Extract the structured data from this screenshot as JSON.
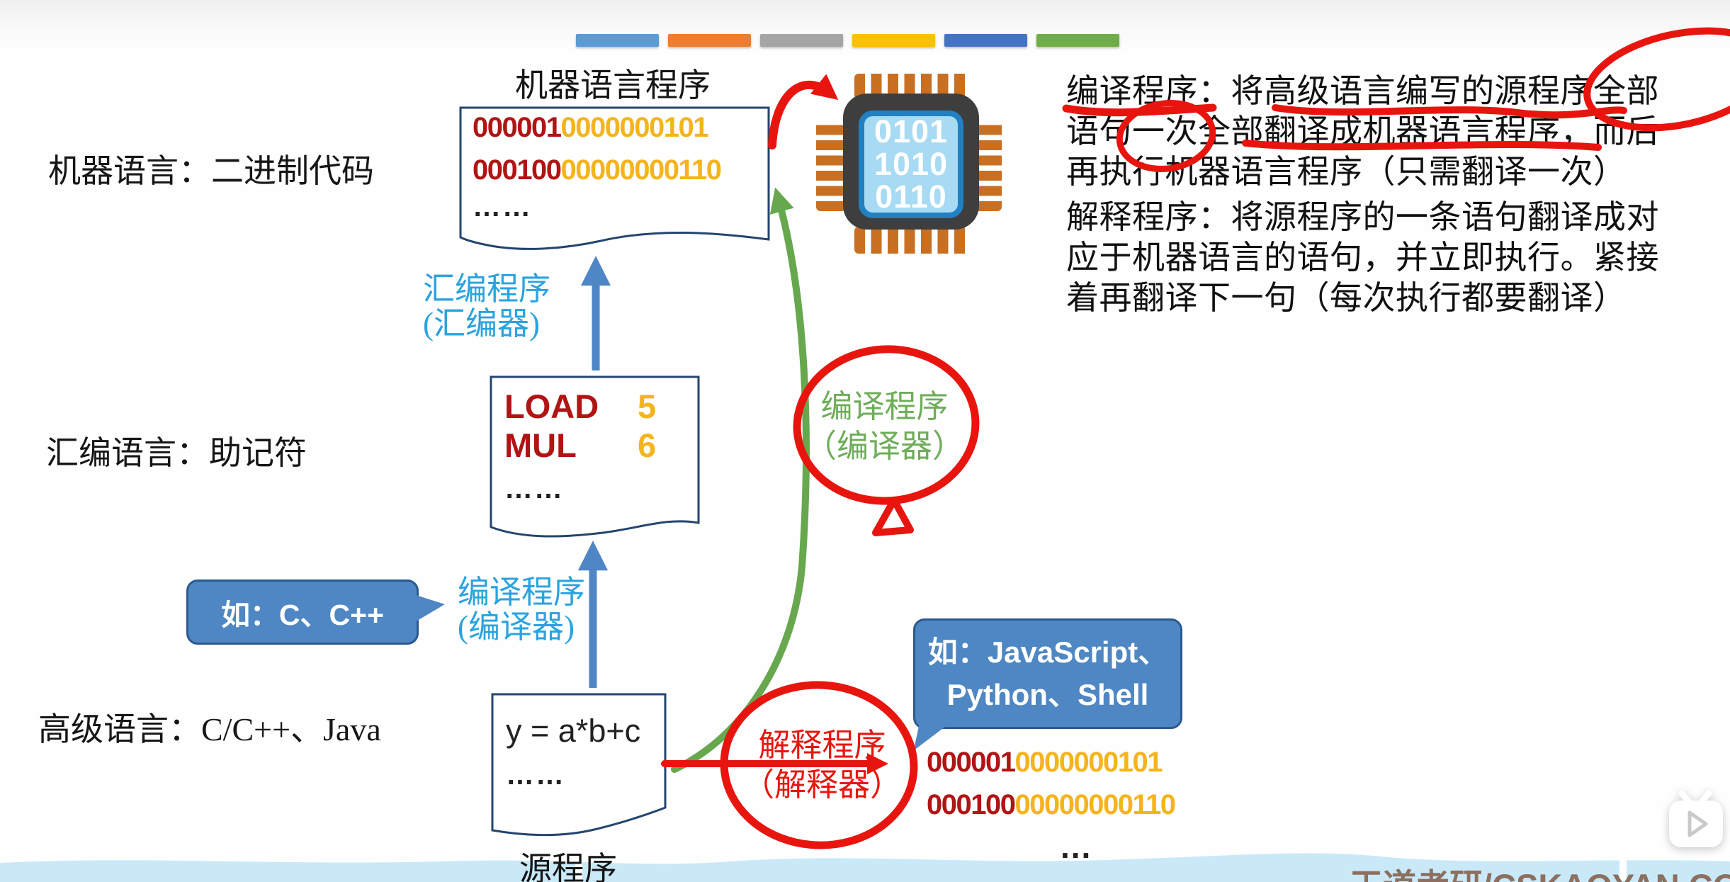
{
  "top_bars": {
    "colors": [
      "#5b9bd5",
      "#ed7d31",
      "#a5a5a5",
      "#ffc000",
      "#4472c4",
      "#70ad47"
    ]
  },
  "left_labels": {
    "machine": "机器语言：二进制代码",
    "assembly": "汇编语言：助记符",
    "high_level": "高级语言：C/C++、Java"
  },
  "machine_box": {
    "title": "机器语言程序",
    "line1_opcode": "000001",
    "line1_addr": "0000000101",
    "line2_opcode": "000100",
    "line2_addr": "00000000110",
    "ellipsis": "……"
  },
  "assembly_box": {
    "instr1": "LOAD",
    "operand1": "5",
    "instr2": "MUL",
    "operand2": "6",
    "ellipsis": "……"
  },
  "source_box": {
    "code": "y = a*b+c",
    "ellipsis": "……",
    "label": "源程序"
  },
  "translator_labels": {
    "assembler_line1": "汇编程序",
    "assembler_line2": "(汇编器)",
    "compiler_blue_line1": "编译程序",
    "compiler_blue_line2": "(编译器)",
    "compiler_green_line1": "编译程序",
    "compiler_green_line2": "（编译器）",
    "interpreter_line1": "解释程序",
    "interpreter_line2": "（解释器）"
  },
  "bubbles": {
    "c_examples": "如：C、C++",
    "script_examples_line1": "如：JavaScript、",
    "script_examples_line2": "Python、Shell"
  },
  "bottom_binary": {
    "line1_opcode": "000001",
    "line1_addr": "0000000101",
    "line2_opcode": "000100",
    "line2_addr": "00000000110",
    "ellipsis": "..."
  },
  "chip": {
    "lines": [
      "0101",
      "1010",
      "0110"
    ]
  },
  "paragraph": {
    "lines": [
      "编译程序：将高级语言编写的源程序全部",
      "语句一次全部翻译成机器语言程序，而后",
      "再执行机器语言程序（只需翻译一次）",
      "解释程序：将源程序的一条语句翻译成对",
      "应于机器语言的语句，并立即执行。紧接",
      "着再翻译下一句（每次执行都要翻译）"
    ]
  },
  "watermark": "王道考研/CSKAOYAN.COM",
  "colors": {
    "annotation_red": "#e8150f",
    "arrow_blue": "#4e86c6",
    "arrow_green": "#67a84f",
    "light_blue_text": "#2aa3df",
    "green_text": "#6fad5a",
    "opcode_red": "#b11414",
    "address_orange": "#f5b41c",
    "bubble_blue": "#4e87c3",
    "box_border_navy": "#24456e",
    "band_blue": "#c9e9f8",
    "watermark_brown": "#8c6f5f"
  }
}
